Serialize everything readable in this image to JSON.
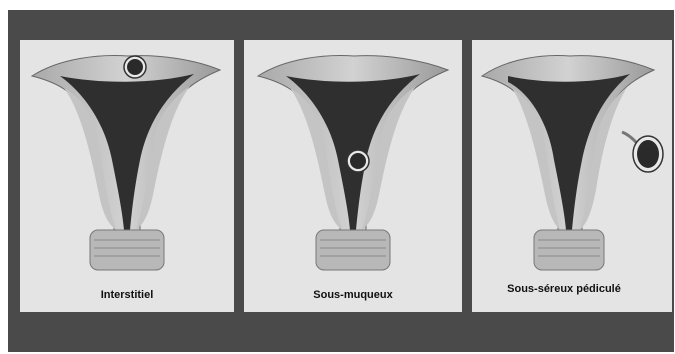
{
  "panels": [
    {
      "caption": "Interstitiel"
    },
    {
      "caption": "Sous-muqueux"
    },
    {
      "caption": "Sous-séreux pédiculé"
    }
  ],
  "colors": {
    "background": "#4a4a4a",
    "panel": "#e4e4e4",
    "cavity": "#2f2f2f",
    "muscle": "#bdbdbd",
    "fibroid": "#2a2a2a"
  }
}
